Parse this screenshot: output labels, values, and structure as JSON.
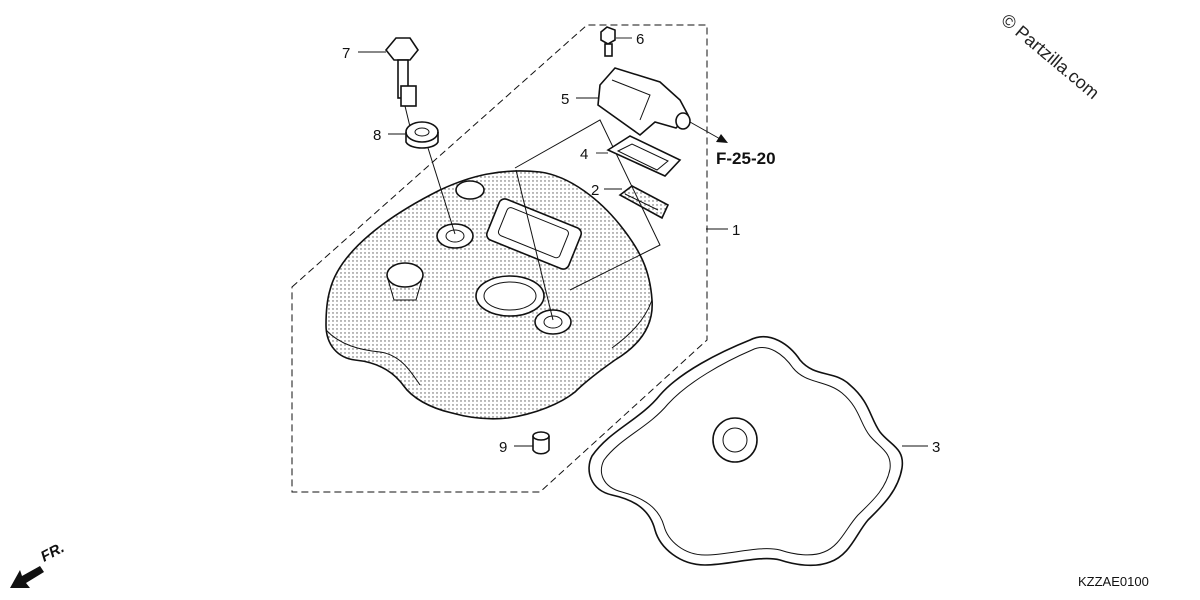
{
  "watermark": "© Partzilla.com",
  "reference": "F-25-20",
  "diagram_code": "KZZAE0100",
  "front_indicator": "FR.",
  "callouts": [
    {
      "id": "1",
      "label": "1"
    },
    {
      "id": "2",
      "label": "2"
    },
    {
      "id": "3",
      "label": "3"
    },
    {
      "id": "4",
      "label": "4"
    },
    {
      "id": "5",
      "label": "5"
    },
    {
      "id": "6",
      "label": "6"
    },
    {
      "id": "7",
      "label": "7"
    },
    {
      "id": "8",
      "label": "8"
    },
    {
      "id": "9",
      "label": "9"
    }
  ],
  "colors": {
    "line": "#111111",
    "background": "#ffffff",
    "stipple": "#555555"
  }
}
